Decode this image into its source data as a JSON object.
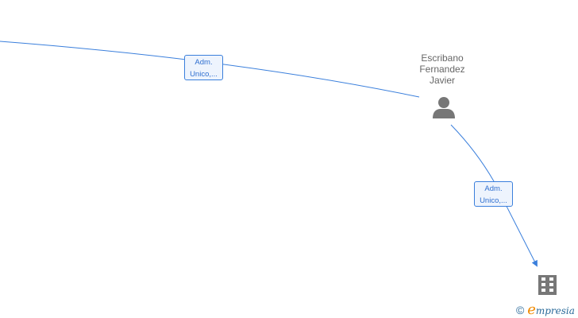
{
  "nodes": {
    "person": {
      "name_lines": [
        "Escribano",
        "Fernandez",
        "Javier"
      ],
      "icon": "person-icon"
    },
    "company": {
      "icon": "building-icon"
    }
  },
  "edges": [
    {
      "label_lines": [
        "Adm.",
        "Unico,..."
      ]
    },
    {
      "label_lines": [
        "Adm.",
        "Unico,..."
      ]
    }
  ],
  "colors": {
    "edge": "#3a7fdc",
    "node_icon": "#777777"
  },
  "footer": {
    "copyright": "©",
    "brand_initial": "e",
    "brand_rest": "mpresia"
  }
}
